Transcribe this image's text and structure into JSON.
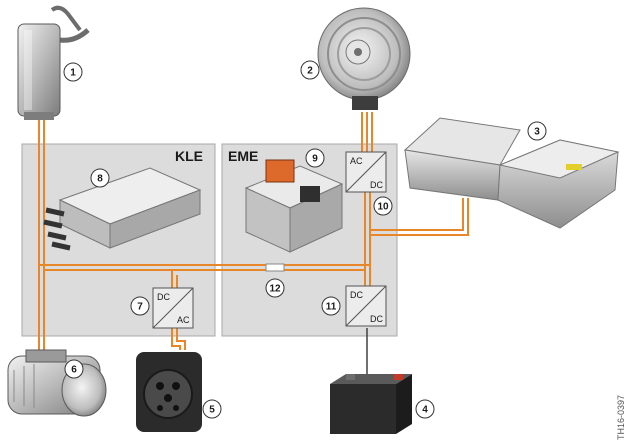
{
  "boxes": {
    "kle": "KLE",
    "eme": "EME"
  },
  "converters": {
    "c7": {
      "top": "DC",
      "bottom": "AC"
    },
    "c10": {
      "top": "AC",
      "bottom": "DC"
    },
    "c11": {
      "top": "DC",
      "bottom": "DC"
    }
  },
  "numbers": {
    "n1": "1",
    "n2": "2",
    "n3": "3",
    "n4": "4",
    "n5": "5",
    "n6": "6",
    "n7": "7",
    "n8": "8",
    "n9": "9",
    "n10": "10",
    "n11": "11",
    "n12": "12"
  },
  "components": {
    "c1": "refrigerant-accumulator",
    "c2": "electric-motor",
    "c3": "high-voltage-battery",
    "c4": "12v-battery",
    "c5": "charging-socket",
    "c6": "electric-ac-compressor",
    "c8": "convenience-charging-electronics",
    "c9": "electrical-machine-electronics"
  },
  "reference": "TH16-0397",
  "colors": {
    "hv_line": "#e8872a",
    "lv_line": "#404040",
    "box_fill": "#dcdcdc",
    "box_stroke": "#a8a8a8"
  }
}
